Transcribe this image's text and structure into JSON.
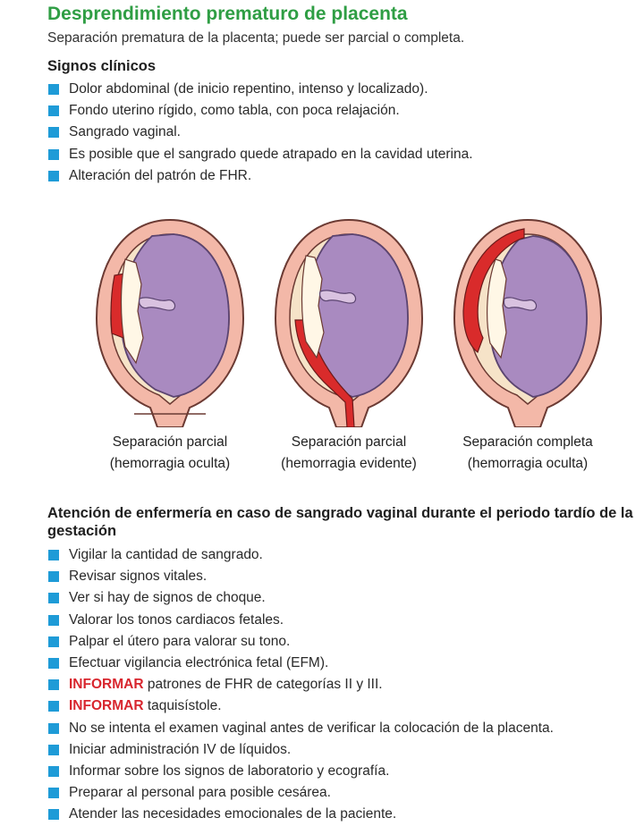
{
  "title": "Desprendimiento prematuro de placenta",
  "subtitle": "Separación prematura de la placenta; puede ser parcial o completa.",
  "clinical_signs": {
    "heading": "Signos clínicos",
    "items": [
      "Dolor abdominal (de inicio repentino, intenso y localizado).",
      "Fondo uterino rígido, como tabla, con poca relajación.",
      "Sangrado vaginal.",
      "Es posible que el sangrado quede atrapado en la cavidad uterina.",
      "Alteración del patrón de FHR."
    ]
  },
  "figures": [
    {
      "line1": "Separación parcial",
      "line2": "(hemorragia oculta)"
    },
    {
      "line1": "Separación parcial",
      "line2": "(hemorragia evidente)"
    },
    {
      "line1": "Separación completa",
      "line2": "(hemorragia oculta)"
    }
  ],
  "nursing": {
    "heading": "Atención de enfermería en caso de sangrado vaginal durante el periodo tardío de la gestación",
    "items": [
      {
        "strong": "",
        "text": "Vigilar la cantidad de sangrado."
      },
      {
        "strong": "",
        "text": "Revisar signos vitales."
      },
      {
        "strong": "",
        "text": "Ver si hay de signos de choque."
      },
      {
        "strong": "",
        "text": "Valorar los tonos cardiacos fetales."
      },
      {
        "strong": "",
        "text": "Palpar el útero para valorar su tono."
      },
      {
        "strong": "",
        "text": "Efectuar vigilancia electrónica fetal (EFM)."
      },
      {
        "strong": "INFORMAR",
        "text": " patrones de FHR de categorías II y III."
      },
      {
        "strong": "INFORMAR",
        "text": " taquisístole."
      },
      {
        "strong": "",
        "text": "No se intenta el examen vaginal antes de verificar la colocación de la placenta."
      },
      {
        "strong": "",
        "text": "Iniciar administración IV de líquidos."
      },
      {
        "strong": "",
        "text": "Informar sobre los signos de laboratorio y ecografía."
      },
      {
        "strong": "",
        "text": "Preparar al personal para posible cesárea."
      },
      {
        "strong": "",
        "text": "Atender las necesidades emocionales de la paciente."
      }
    ]
  },
  "colors": {
    "title": "#2f9e44",
    "bullet": "#1e9bd7",
    "emphasis": "#d8262e"
  }
}
